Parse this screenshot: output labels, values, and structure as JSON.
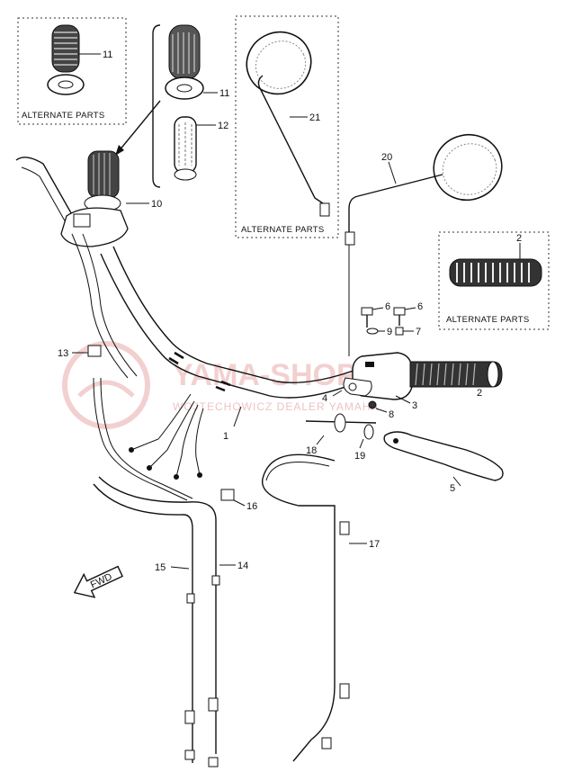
{
  "diagram": {
    "alternate_label": "ALTERNATE PARTS",
    "direction_label": "FWD",
    "watermark": {
      "brand": "YAMA-SHOP",
      "tagline": "WOJTECHOWICZ DEALER YAMAHA"
    },
    "callouts": {
      "c1": "1",
      "c2a": "2",
      "c2b": "2",
      "c3": "3",
      "c4": "4",
      "c5": "5",
      "c6a": "6",
      "c6b": "6",
      "c7": "7",
      "c8": "8",
      "c9": "9",
      "c10": "10",
      "c11a": "11",
      "c11b": "11",
      "c12": "12",
      "c13": "13",
      "c14": "14",
      "c15": "15",
      "c16": "16",
      "c17": "17",
      "c18": "18",
      "c19": "19",
      "c20": "20",
      "c21": "21"
    }
  }
}
